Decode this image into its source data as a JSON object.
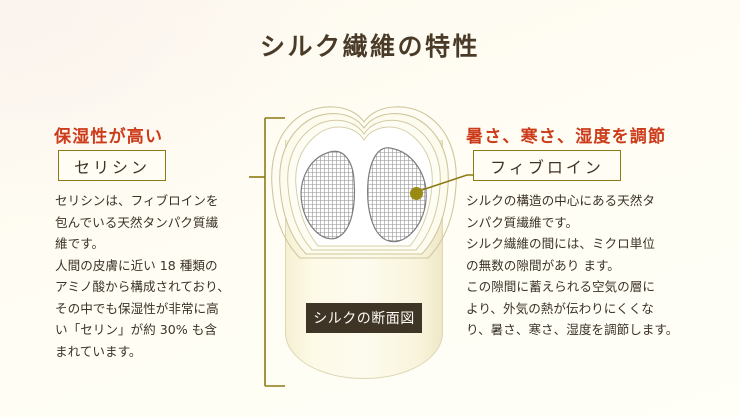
{
  "title": "シルク繊維の特性",
  "diagram": {
    "caption": "シルクの断面図",
    "marker_name": "fibroin-marker-dot"
  },
  "left_column": {
    "heading": "保湿性が高い",
    "box_label": "セリシン",
    "body": "セリシンは、フィブロインを\n包んでいる天然タンパク質繊\n維です。\n人間の皮膚に近い 18 種類の\nアミノ酸から構成されており、\nその中でも保湿性が非常に高\nい「セリン」が約 30% も含\nまれています。"
  },
  "right_column": {
    "heading": "暑さ、寒さ、湿度を調節",
    "box_label": "フィブロイン",
    "body": "シルクの構造の中心にある天然タ\nンパク質繊維です。\nシルク繊維の間には、ミクロ単位\nの無数の隙間があり ます。\n この隙間に蓄えられる空気の層に\nより、外気の熱が伝わりにくくな\nり、暑さ、寒さ、湿度を調節します。"
  },
  "colors": {
    "title_text": "#4a3b28",
    "heading_red": "#cc3b1a",
    "box_border": "#8d7a13",
    "connector": "#8d7a13",
    "caption_bg": "#3f3527",
    "cocoon_fill": "#fdfae7",
    "background": "#fffdf2"
  }
}
